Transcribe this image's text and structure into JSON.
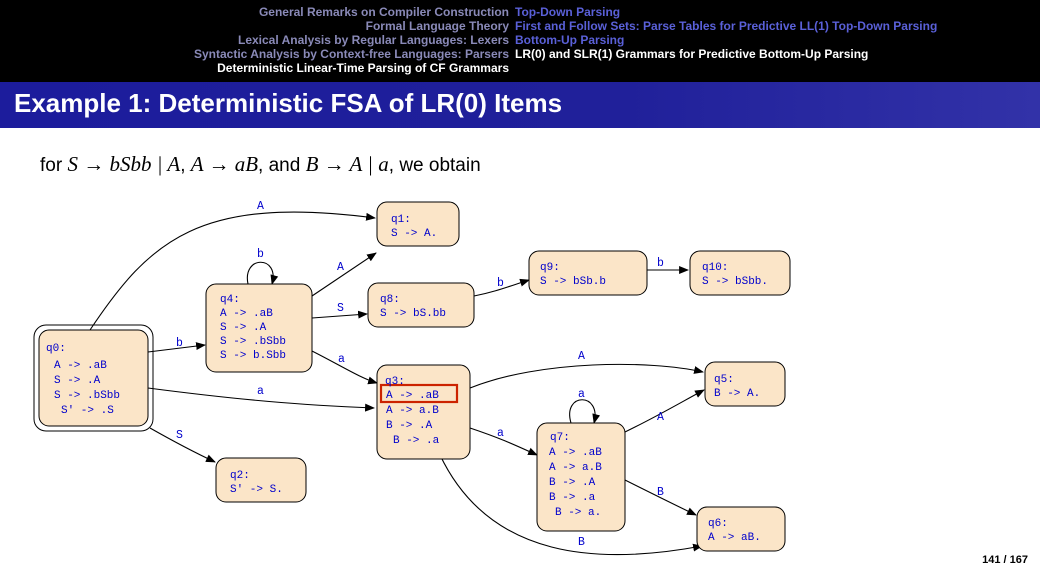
{
  "header": {
    "left": [
      "General Remarks on Compiler Construction",
      "Formal Language Theory",
      "Lexical Analysis by Regular Languages: Lexers",
      "Syntactic Analysis by Context-free Languages: Parsers",
      "Deterministic Linear-Time Parsing of CF Grammars"
    ],
    "right": [
      "Top-Down Parsing",
      "First and Follow Sets: Parse Tables for Predictive LL(1) Top-Down Parsing",
      "Bottom-Up Parsing",
      "LR(0) and SLR(1) Grammars for Predictive Bottom-Up Parsing"
    ]
  },
  "title": "Example 1: Deterministic FSA of LR(0) Items",
  "intro": {
    "for": "for",
    "rule1": "S → bSbb | A",
    "rule2": "A → aB",
    "rule3": "B → A | a",
    "and": "and",
    "tail": "we obtain"
  },
  "states": {
    "q0": [
      "q0:",
      "A -> .aB",
      "S -> .A",
      "S -> .bSbb",
      "S' -> .S"
    ],
    "q1": [
      "q1:",
      "S -> A."
    ],
    "q2": [
      "q2:",
      "S' -> S."
    ],
    "q3": [
      "q3:",
      "A -> .aB",
      "A -> a.B",
      "B -> .A",
      "B -> .a"
    ],
    "q4": [
      "q4:",
      "A -> .aB",
      "S -> .A",
      "S -> .bSbb",
      "S -> b.Sbb"
    ],
    "q5": [
      "q5:",
      "B -> A."
    ],
    "q6": [
      "q6:",
      "A -> aB."
    ],
    "q7": [
      "q7:",
      "A -> .aB",
      "A -> a.B",
      "B -> .A",
      "B -> .a",
      "B -> a."
    ],
    "q8": [
      "q8:",
      "S -> bS.bb"
    ],
    "q9": [
      "q9:",
      "S -> bSb.b"
    ],
    "q10": [
      "q10:",
      "S -> bSbb."
    ]
  },
  "edges": {
    "q0_q1": "A",
    "q0_q4": "b",
    "q0_q3": "a",
    "q0_q2": "S",
    "q4_q4": "b",
    "q4_q1": "A",
    "q4_q8": "S",
    "q4_q3": "a",
    "q8_q9": "b",
    "q9_q10": "b",
    "q3_q5": "A",
    "q3_q7": "a",
    "q3_q6": "B",
    "q7_q7": "a",
    "q7_q5": "A",
    "q7_q6": "B"
  },
  "colors": {
    "node_fill": "#fbe5c8",
    "highlight": "#cc2200",
    "title_bg": "#1c1c9c"
  },
  "page": "141 / 167"
}
